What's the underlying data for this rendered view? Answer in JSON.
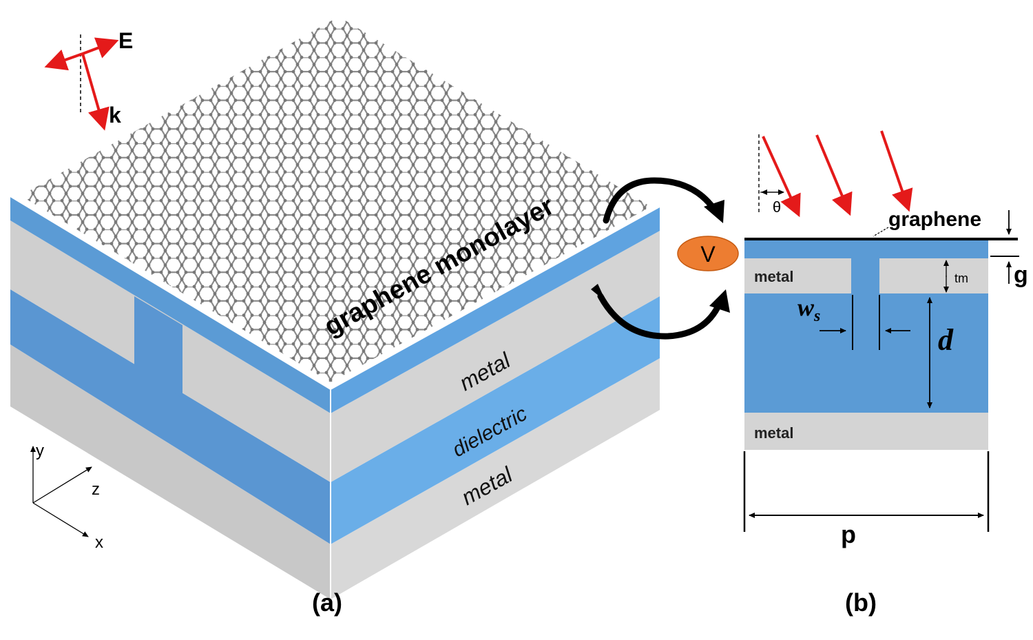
{
  "panel_a": {
    "caption": "(a)",
    "graphene_label": "graphene monolayer",
    "layer_labels": {
      "top_metal": "metal",
      "dielectric": "dielectric",
      "bottom_metal": "metal"
    },
    "field_labels": {
      "e_field": "E",
      "wave_vector": "k"
    },
    "axes": {
      "y": "y",
      "z": "z",
      "x": "x"
    }
  },
  "panel_b": {
    "caption": "(b)",
    "graphene_label": "graphene",
    "top_metal_label": "metal",
    "bottom_metal_label": "metal",
    "angle_label": "θ",
    "gap_label": "g",
    "metal_thickness_label": "tm",
    "slit_width_label": "w",
    "slit_width_subscript": "s",
    "dielectric_thickness_label": "d",
    "period_label": "p"
  },
  "voltage_label": "V",
  "colors": {
    "dielectric_blue": "#5b9bd5",
    "dielectric_blue_light": "#6aaee8",
    "metal_grey": "#d4d4d4",
    "metal_grey_dark": "#c4c4c4",
    "arrow_red": "#e41a1a",
    "voltage_orange": "#ed7d31",
    "graphene_grey": "#8a8a8a"
  }
}
